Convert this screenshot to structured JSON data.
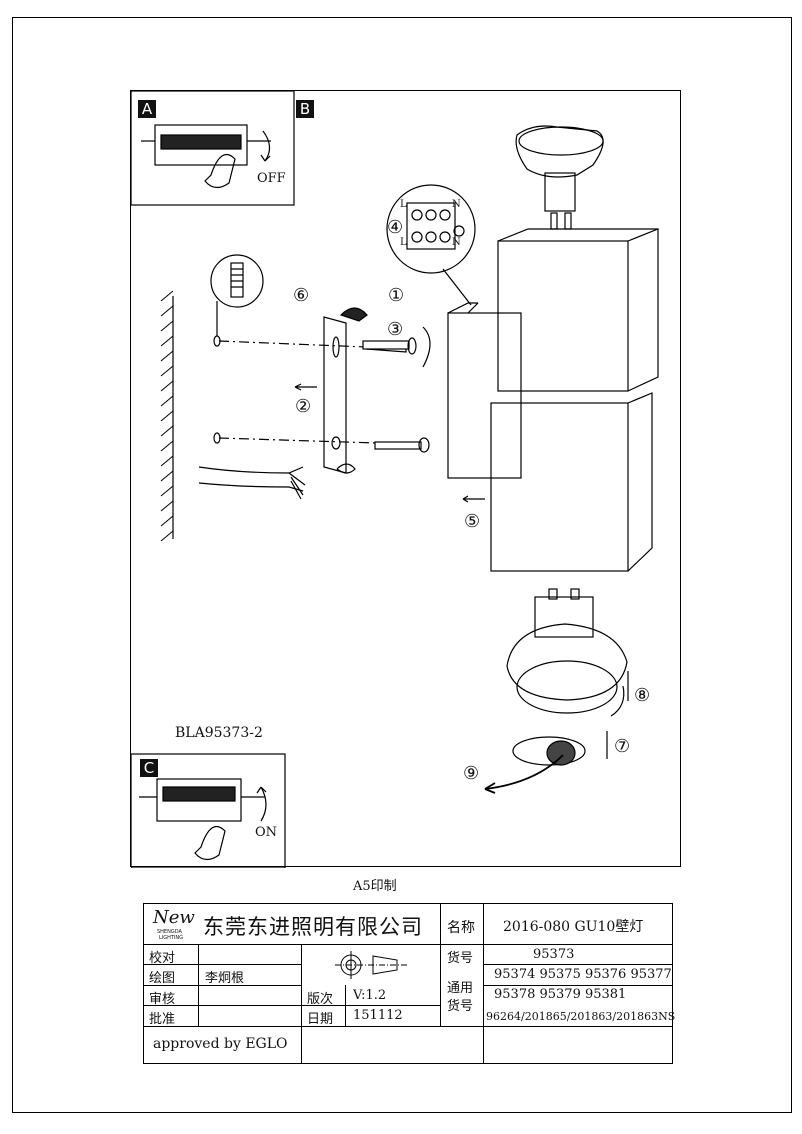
{
  "drawing": {
    "step_tags": [
      "A",
      "B",
      "C"
    ],
    "switch_off_label": "OFF",
    "switch_on_label": "ON",
    "model_code": "BLA95373-2",
    "terminal_letters": {
      "live": "L",
      "neutral": "N"
    },
    "callouts": [
      "①",
      "②",
      "③",
      "④",
      "⑤",
      "⑥",
      "⑦",
      "⑧",
      "⑨"
    ]
  },
  "print_note": "A5印制",
  "title_block": {
    "company": "东莞东进照明有限公司",
    "logo_text": "New",
    "logo_sub1": "SHENGDA",
    "logo_sub2": "LIGHTING",
    "name_label": "名称",
    "name_value": "2016-080 GU10壁灯",
    "item_no_label": "货号",
    "item_no_value": "95373",
    "common_label_1": "通用",
    "common_label_2": "货号",
    "common_row1": "95374 95375 95376 95377",
    "common_row2": "95378 95379 95381",
    "common_row3": "96264/201865/201863/201863NS",
    "check_label": "校对",
    "draw_label": "绘图",
    "draw_value": "李炯根",
    "review_label": "审核",
    "approve_label": "批准",
    "version_label": "版次",
    "version_value": "V:1.2",
    "date_label": "日期",
    "date_value": "151112",
    "approved_note": "approved by EGLO"
  }
}
